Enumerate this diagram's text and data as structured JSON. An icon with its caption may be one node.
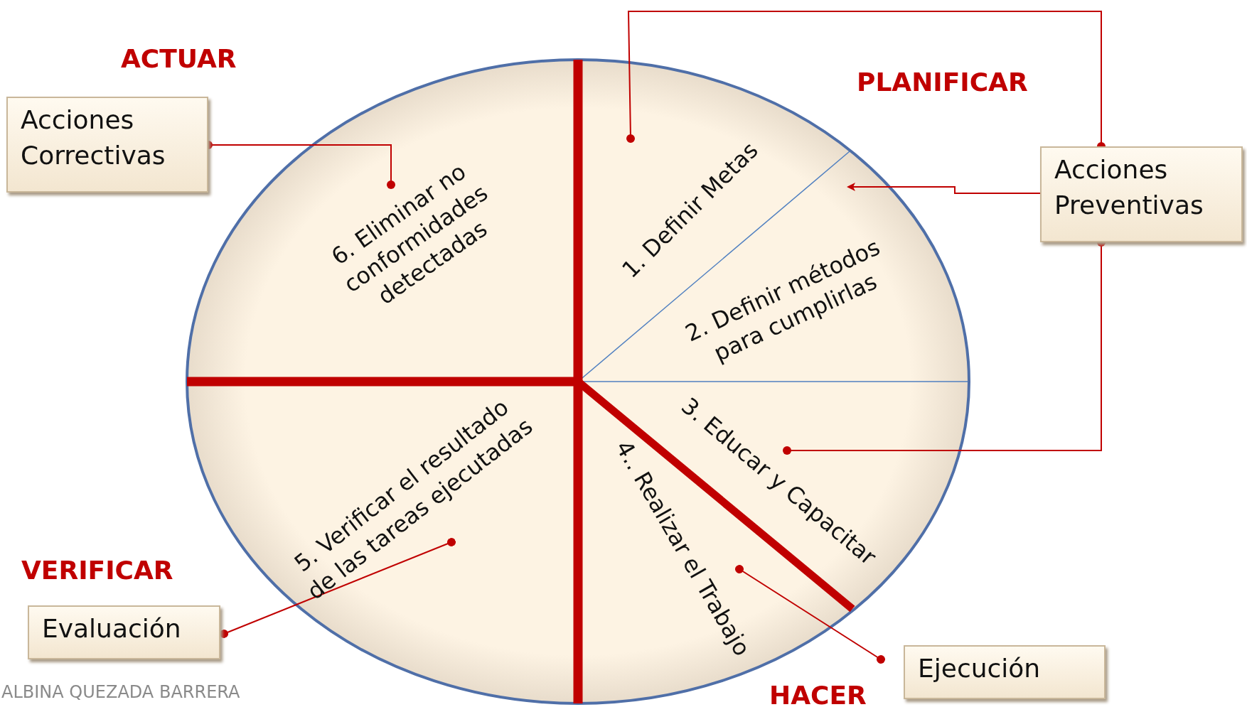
{
  "diagram": {
    "nodes": [
      {
        "text": [
          "Acciones Correctivas"
        ]
      },
      {
        "text": [
          "6. Eliminar no conformidades detectadas"
        ]
      },
      {
        "text": [
          "1.  Definir Metas"
        ]
      },
      {
        "text": [
          "2.  Definir métodos para cumplirlas"
        ]
      },
      {
        "text": [
          "Acciones Preventivas"
        ]
      },
      {
        "text": [
          "3. Educar y Capacitar"
        ]
      },
      {
        "text": [
          "4.. Realizar el Trabajo"
        ]
      },
      {
        "text": [
          "5. Verificar el resultado de las tareas ejecutadas"
        ]
      },
      {
        "text": [
          "Evaluación"
        ]
      },
      {
        "text": [
          "Ejecución"
        ]
      }
    ],
    "edges": [
      {
        "from": 0,
        "to": 1,
        "arrow": "other"
      },
      {
        "from": 4,
        "to": 2,
        "arrow": "other"
      },
      {
        "from": 4,
        "to": 3,
        "arrow": "to"
      },
      {
        "from": 4,
        "to": 5,
        "arrow": "other"
      },
      {
        "from": 8,
        "to": 7,
        "arrow": "other"
      },
      {
        "from": 9,
        "to": 6,
        "arrow": "other"
      }
    ],
    "labels": [
      "ACTUAR",
      "PLANIFICAR",
      "VERIFICAR",
      "HACER",
      "ALBINA QUEZADA BARRERA"
    ]
  }
}
